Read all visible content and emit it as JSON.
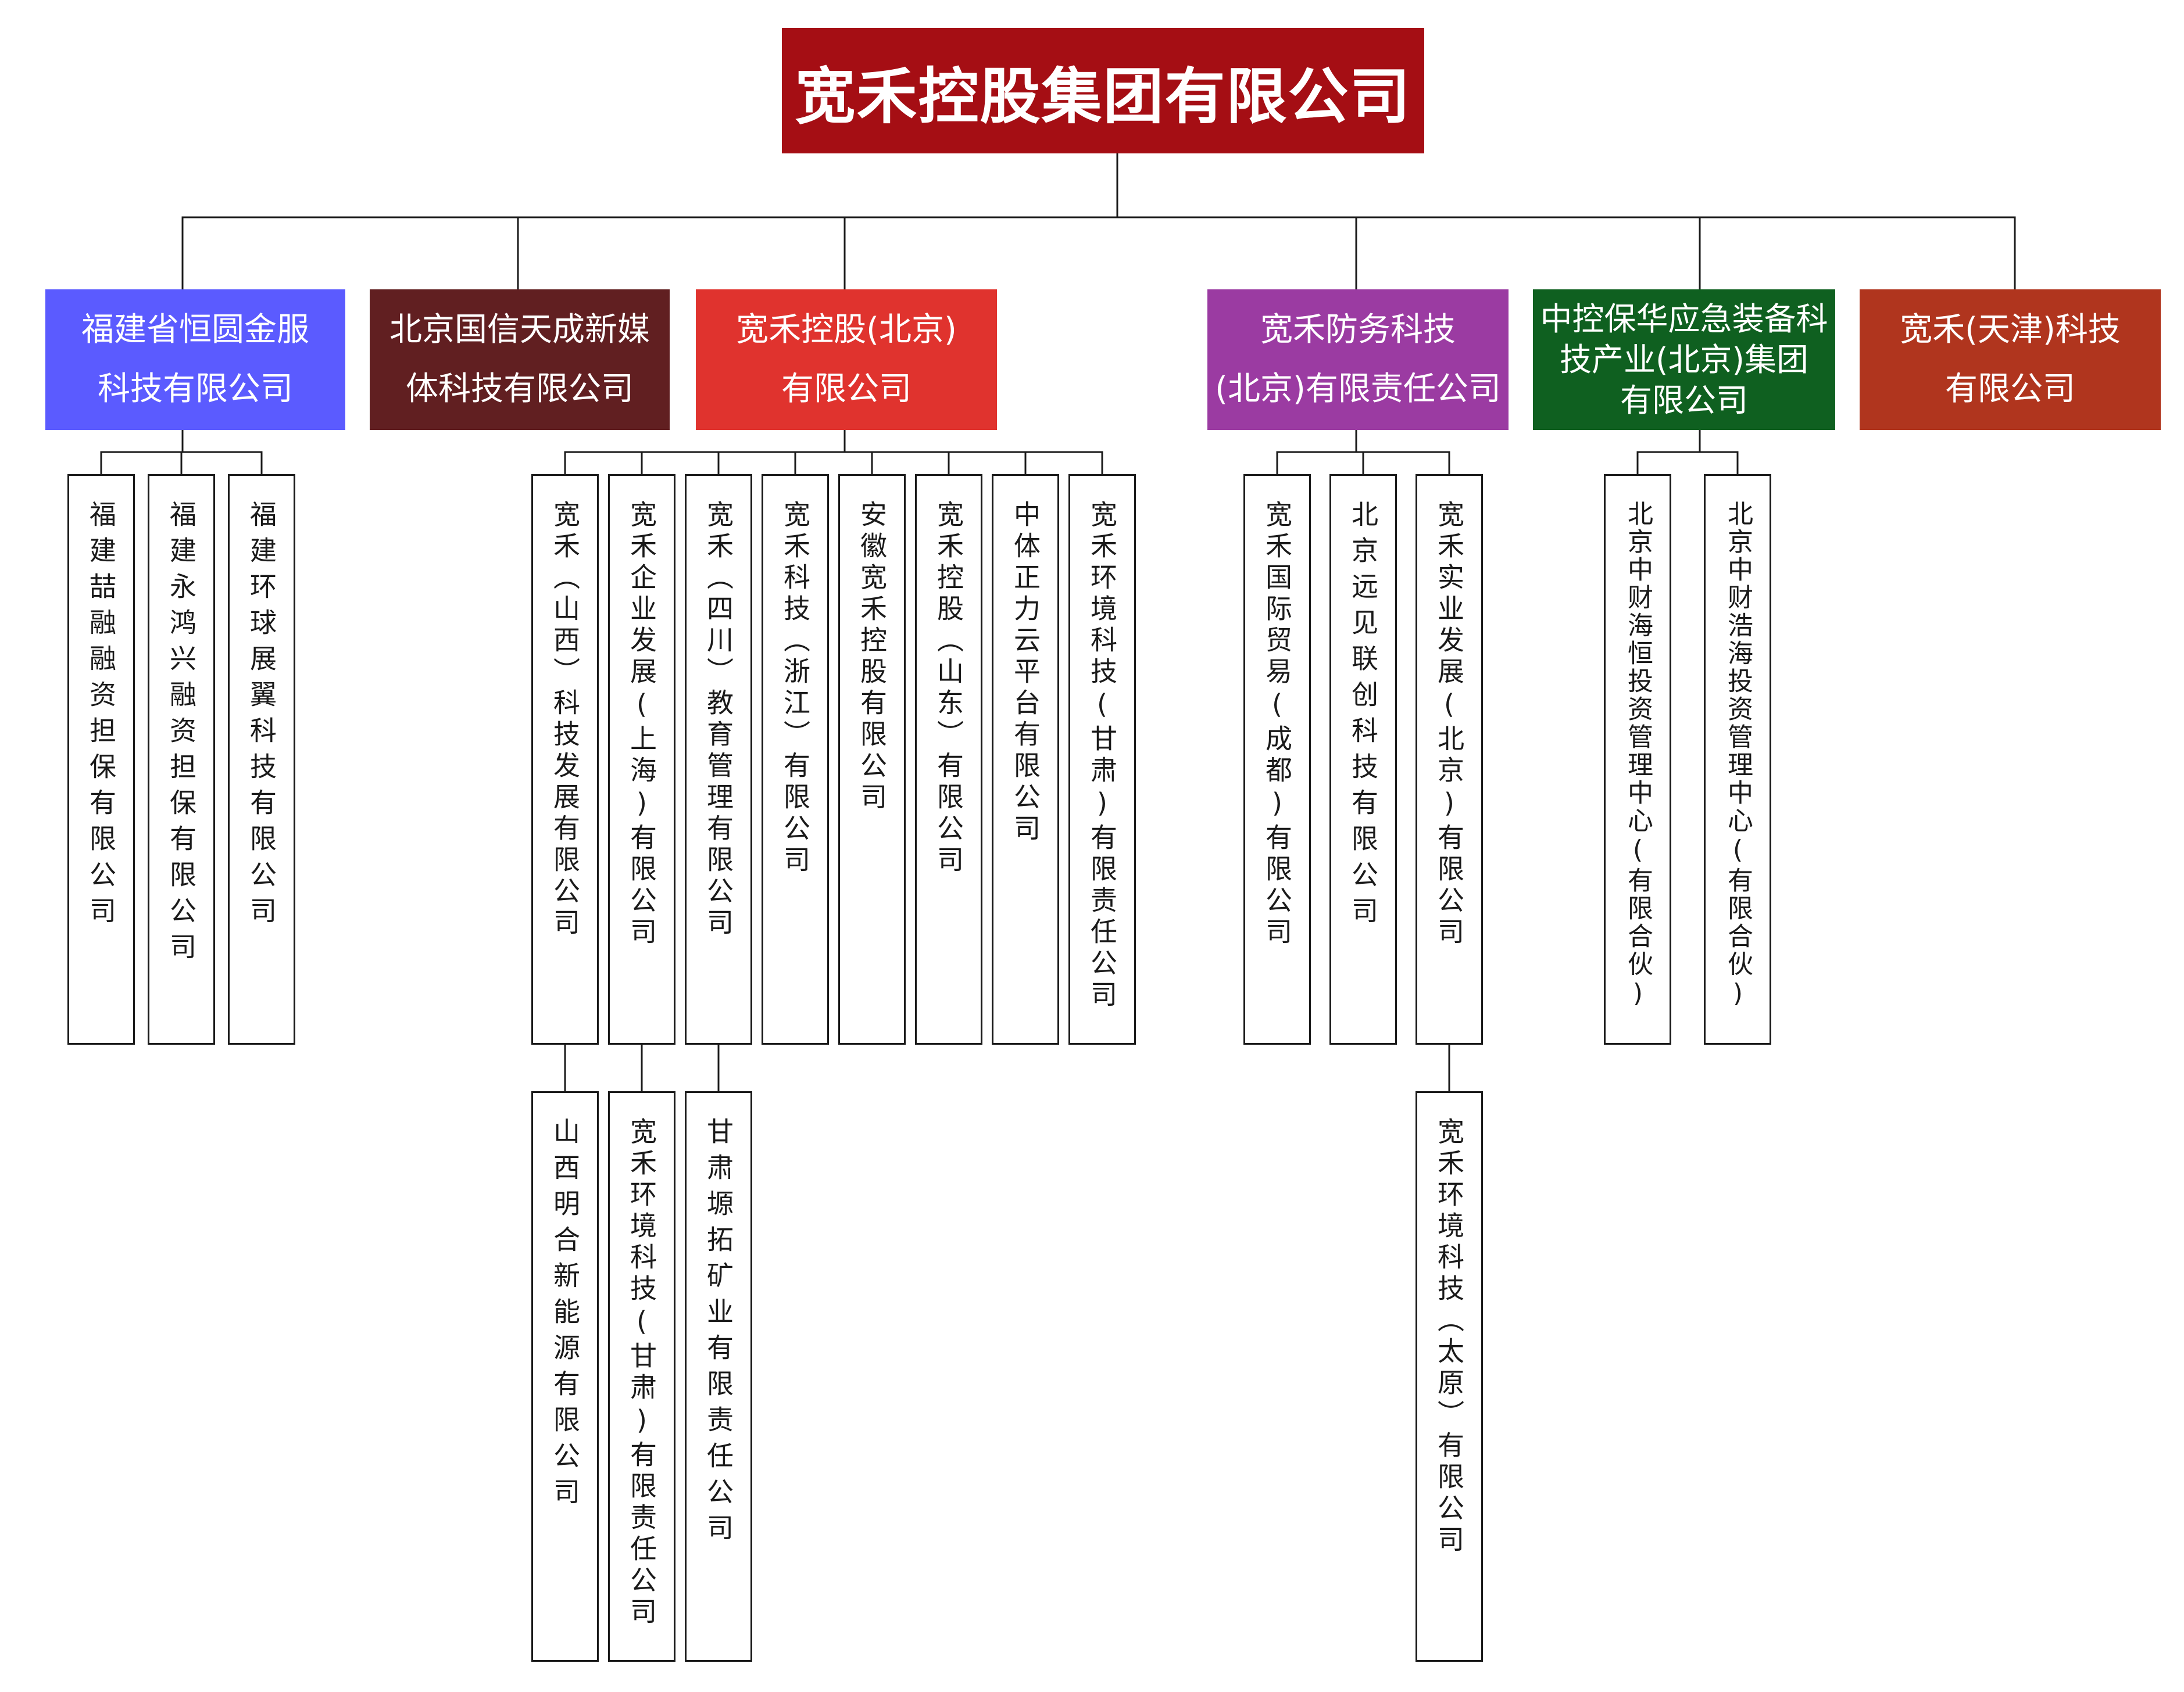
{
  "root": {
    "name": "宽禾控股集团有限公司",
    "color": "#a50e14"
  },
  "companies": [
    {
      "id": "fujian",
      "name": "福建省恒圆金服科技有限公司",
      "lines": [
        "福建省恒圆金服",
        "科技有限公司"
      ],
      "color": "#5b5bff",
      "subsidiaries": [
        {
          "name": "福建喆融融资担保有限公司"
        },
        {
          "name": "福建永鸿兴融资担保有限公司"
        },
        {
          "name": "福建环球展翼科技有限公司"
        }
      ]
    },
    {
      "id": "guoxin",
      "name": "北京国信天成新媒体科技有限公司",
      "lines": [
        "北京国信天成新媒",
        "体科技有限公司"
      ],
      "color": "#611f21",
      "subsidiaries": []
    },
    {
      "id": "kuanhe-beijing",
      "name": "宽禾控股(北京)有限公司",
      "lines": [
        "宽禾控股(北京)",
        "有限公司"
      ],
      "color": "#e0332e",
      "subsidiaries": [
        {
          "name": "宽禾（山西）科技发展有限公司",
          "children": [
            {
              "name": "山西明合新能源有限公司"
            }
          ]
        },
        {
          "name": "宽禾企业发展(上海)有限公司",
          "children": [
            {
              "name": "宽禾环境科技(甘肃)有限责任公司"
            }
          ]
        },
        {
          "name": "宽禾（四川）教育管理有限公司",
          "children": [
            {
              "name": "甘肃塬拓矿业有限责任公司"
            }
          ]
        },
        {
          "name": "宽禾科技（浙江）有限公司"
        },
        {
          "name": "安徽宽禾控股有限公司"
        },
        {
          "name": "宽禾控股（山东）有限公司"
        },
        {
          "name": "中体正力云平台有限公司"
        },
        {
          "name": "宽禾环境科技(甘肃)有限责任公司"
        }
      ]
    },
    {
      "id": "fangwu",
      "name": "宽禾防务科技(北京)有限责任公司",
      "lines": [
        "宽禾防务科技",
        "(北京)有限责任公司"
      ],
      "color": "#9b3ba2",
      "subsidiaries": [
        {
          "name": "宽禾国际贸易(成都)有限公司"
        },
        {
          "name": "北京远见联创科技有限公司"
        },
        {
          "name": "宽禾实业发展(北京)有限公司",
          "children": [
            {
              "name": "宽禾环境科技（太原）有限公司"
            }
          ]
        }
      ]
    },
    {
      "id": "zhongkong",
      "name": "中控保华应急装备科技产业(北京)集团有限公司",
      "lines": [
        "中控保华应急装备科",
        "技产业(北京)集团",
        "有限公司"
      ],
      "color": "#0f6020",
      "subsidiaries": [
        {
          "name": "北京中财海恒投资管理中心(有限合伙)"
        },
        {
          "name": "北京中财浩海投资管理中心(有限合伙)"
        }
      ]
    },
    {
      "id": "tianjin",
      "name": "宽禾(天津)科技有限公司",
      "lines": [
        "宽禾(天津)科技",
        "有限公司"
      ],
      "color": "#b0351e",
      "subsidiaries": []
    }
  ]
}
